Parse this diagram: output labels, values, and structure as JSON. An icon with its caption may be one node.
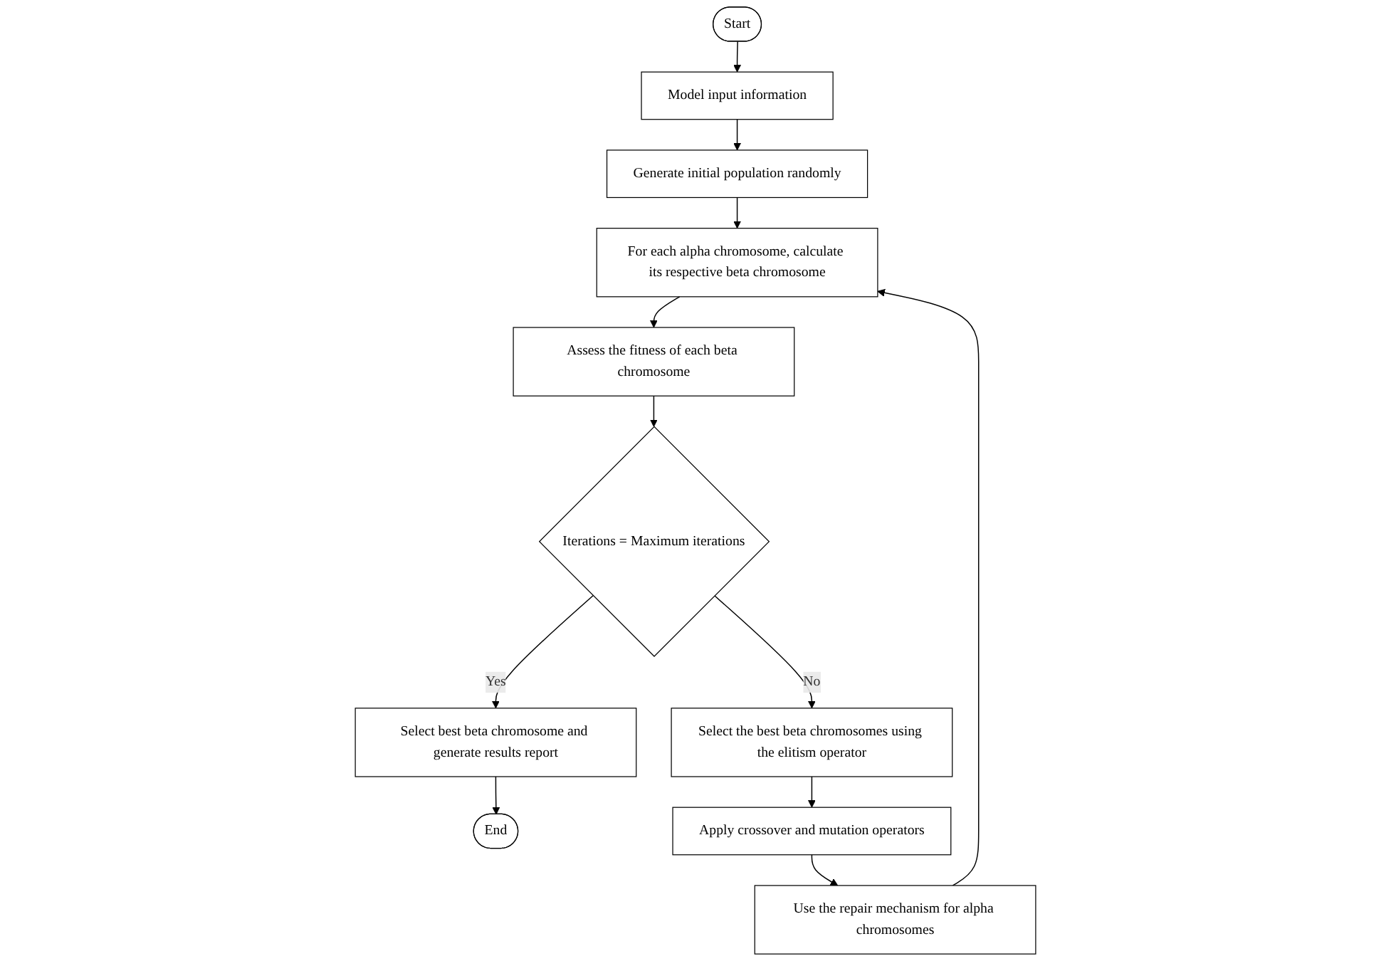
{
  "diagram": {
    "nodes": [
      {
        "text": [
          "Start"
        ]
      },
      {
        "text": [
          "Model input information"
        ]
      },
      {
        "text": [
          "Generate initial population randomly"
        ]
      },
      {
        "text": [
          "For each alpha chromosome, calculate its respective beta chromosome"
        ]
      },
      {
        "text": [
          "Assess the fitness of each beta chromosome"
        ]
      },
      {
        "text": [
          "Iterations = Maximum iterations"
        ]
      },
      {
        "text": [
          "Select best beta chromosome and generate results report"
        ]
      },
      {
        "text": [
          "End"
        ]
      },
      {
        "text": [
          "Select the best beta chromosomes using the elitism operator"
        ]
      },
      {
        "text": [
          "Apply crossover and mutation operators"
        ]
      },
      {
        "text": [
          "Use the repair mechanism for alpha chromosomes"
        ]
      }
    ],
    "edges": [
      {
        "from": 0,
        "to": 1,
        "arrow": "to"
      },
      {
        "from": 1,
        "to": 2,
        "arrow": "to"
      },
      {
        "from": 2,
        "to": 3,
        "arrow": "to"
      },
      {
        "from": 3,
        "to": 4,
        "arrow": "to"
      },
      {
        "from": 4,
        "to": 5,
        "arrow": "to"
      },
      {
        "from": 5,
        "to": 6,
        "arrow": "to",
        "label": "Yes"
      },
      {
        "from": 6,
        "to": 7,
        "arrow": "to"
      },
      {
        "from": 5,
        "to": 8,
        "arrow": "to",
        "label": "No"
      },
      {
        "from": 8,
        "to": 9,
        "arrow": "to"
      },
      {
        "from": 9,
        "to": 10,
        "arrow": "to"
      },
      {
        "from": 10,
        "to": 3,
        "arrow": "to"
      }
    ]
  }
}
